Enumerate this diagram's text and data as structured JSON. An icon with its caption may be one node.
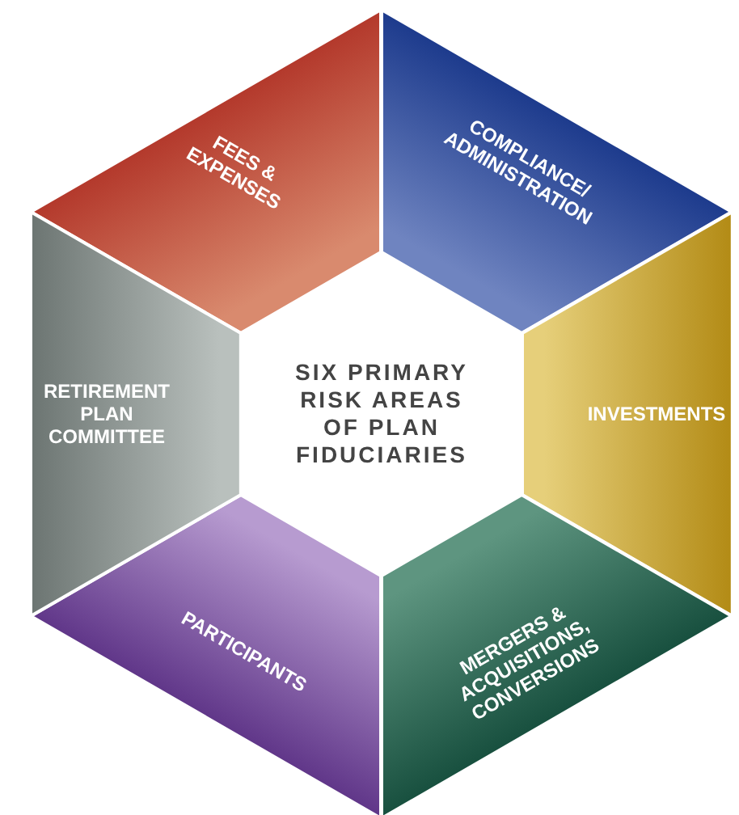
{
  "diagram": {
    "nodes": [
      {
        "text": [
          "SIX PRIMARY RISK AREAS OF PLAN FIDUCIARIES"
        ]
      },
      {
        "text": [
          "FEES & EXPENSES"
        ]
      },
      {
        "text": [
          "COMPLIANCE/ ADMINISTRATION"
        ]
      },
      {
        "text": [
          "INVESTMENTS"
        ]
      },
      {
        "text": [
          "MERGERS & ACQUISITIONS, CONVERSIONS"
        ]
      },
      {
        "text": [
          "PARTICIPANTS"
        ]
      },
      {
        "text": [
          "RETIREMENT PLAN COMMITTEE"
        ]
      }
    ]
  }
}
